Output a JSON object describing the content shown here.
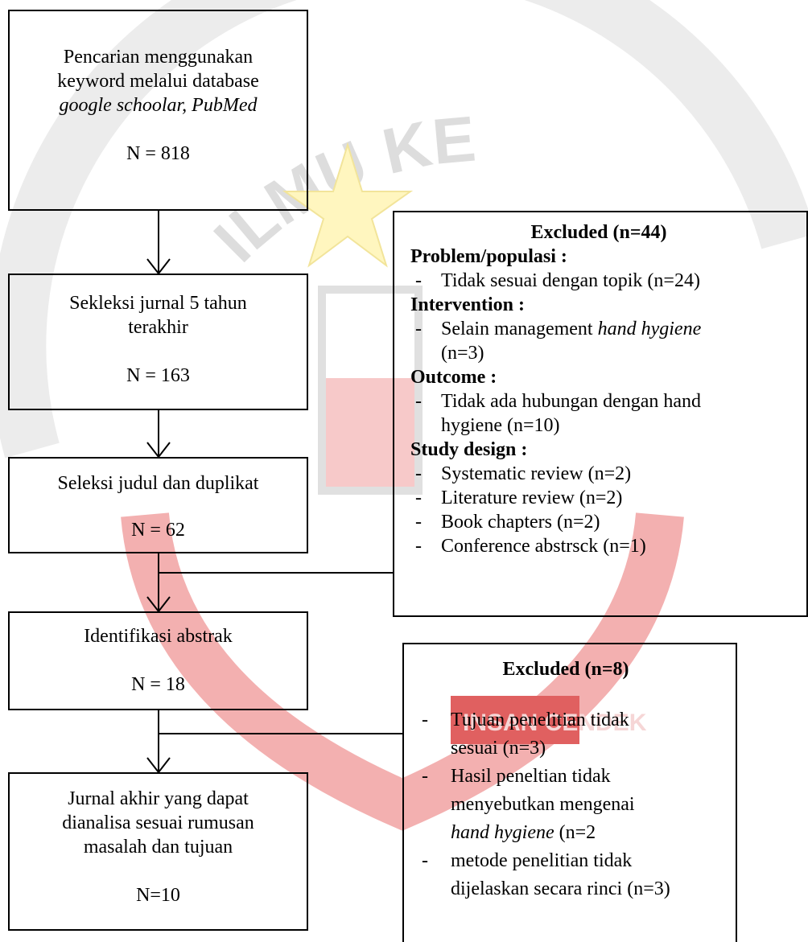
{
  "watermark": {
    "arc_text": "ILMU KE",
    "banner_text": "INSAN CENDEK",
    "colors": {
      "arc": "#e6e6e6",
      "star": "#fff3b0",
      "red": "#f4b9b9",
      "gray": "#d9d9d9"
    }
  },
  "flow": [
    {
      "lines": [
        "Pencarian menggunakan",
        "keyword melalui database"
      ],
      "italic_line": "google schoolar, PubMed",
      "n": "N = 818"
    },
    {
      "lines": [
        "Sekleksi jurnal 5 tahun",
        "terakhir"
      ],
      "n": "N = 163"
    },
    {
      "lines": [
        "Seleksi judul dan duplikat"
      ],
      "n": "N = 62"
    },
    {
      "lines": [
        "Identifikasi abstrak"
      ],
      "n": "N = 18"
    },
    {
      "lines": [
        "Jurnal akhir yang dapat",
        "dianalisa sesuai rumusan",
        "masalah dan tujuan"
      ],
      "n": "N=10"
    }
  ],
  "excluded1": {
    "title": "Excluded (n=44)",
    "dash": "-",
    "problem_label": "Problem/populasi :",
    "problem_item": "Tidak sesuai dengan topik (n=24)",
    "intervention_label": "Intervention :",
    "intervention_item_prefix": "Selain management ",
    "intervention_item_italic": "hand hygiene",
    "intervention_item_suffix": "(n=3)",
    "outcome_label": "Outcome :",
    "outcome_item_line1": "Tidak ada hubungan dengan hand",
    "outcome_item_line2": "hygiene (n=10)",
    "design_label": "Study design :",
    "design_items": [
      "Systematic review (n=2)",
      "Literature review (n=2)",
      "Book chapters (n=2)",
      "Conference abstrsck (n=1)"
    ]
  },
  "excluded2": {
    "title": "Excluded (n=8)",
    "dash": "-",
    "item1_line1": "Tujuan penelitian tidak",
    "item1_line2": "sesuai (n=3)",
    "item2_line1": "Hasil peneltian tidak",
    "item2_line2": "menyebutkan mengenai",
    "item2_italic": "hand hygiene",
    "item2_suffix": " (n=2",
    "item3_line1": "metode penelitian tidak",
    "item3_line2": "dijelaskan secara rinci (n=3)"
  }
}
